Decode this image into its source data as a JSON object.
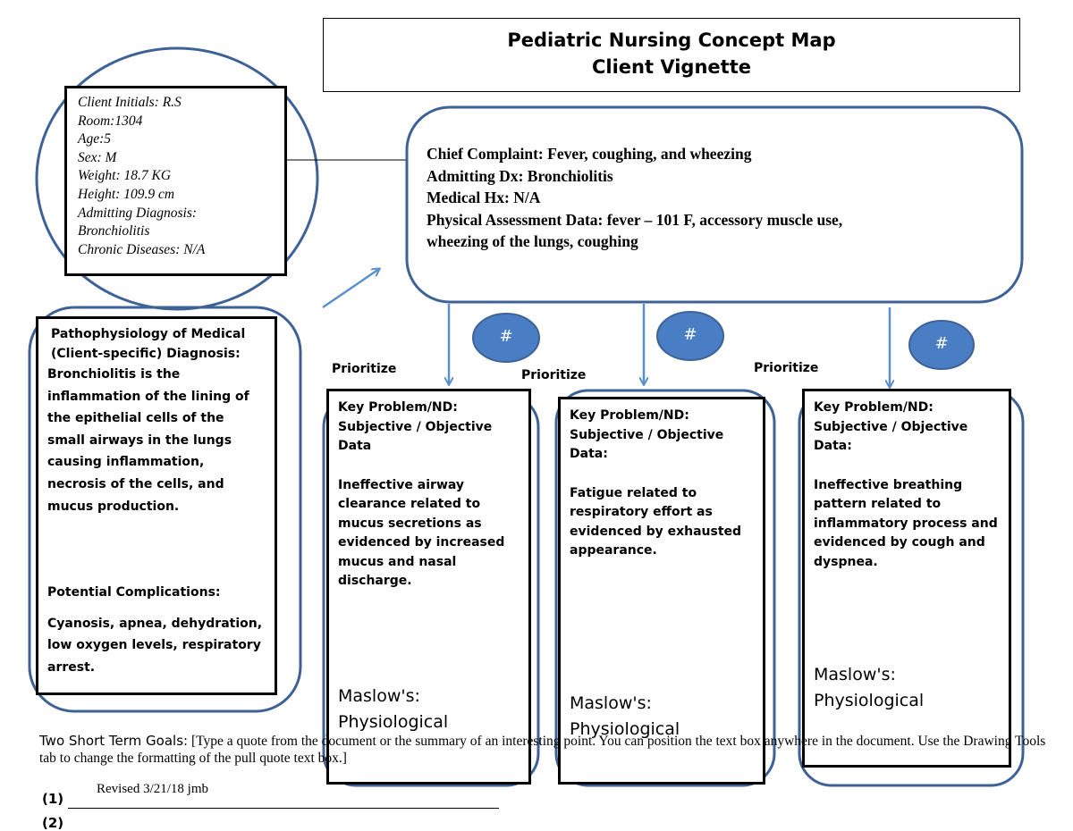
{
  "title": {
    "line1": "Pediatric Nursing Concept Map",
    "line2": "Client Vignette"
  },
  "client_info": {
    "lines": [
      "Client Initials: R.S",
      "Room:1304",
      "Age:5",
      "Sex: M",
      "Weight: 18.7 KG",
      "Height: 109.9 cm",
      "Admitting Diagnosis:",
      "Bronchiolitis",
      "Chronic Diseases: N/A"
    ]
  },
  "chief": {
    "lines": [
      "Chief Complaint: Fever, coughing, and wheezing",
      "Admitting Dx: Bronchiolitis",
      "Medical Hx: N/A",
      "Physical Assessment Data: fever – 101 F, accessory muscle use,",
      "wheezing of the lungs, coughing"
    ]
  },
  "patho": {
    "heading": "Pathophysiology of Medical (Client-specific) Diagnosis:",
    "text": "Bronchiolitis is the inflammation of the lining of the epithelial cells of the small airways in the lungs causing inflammation, necrosis of the cells, and mucus production.",
    "complications_heading": "Potential Complications:",
    "complications_text": "Cyanosis, apnea, dehydration, low oxygen levels, respiratory arrest."
  },
  "prioritize_label": "Prioritize",
  "badge_symbol": "#",
  "key_problems": [
    {
      "heading": "Key Problem/ND:\nSubjective / Objective\nData",
      "text": "Ineffective airway clearance related to mucus secretions as evidenced by increased mucus and nasal discharge.",
      "maslow": "Maslow's:\nPhysiological"
    },
    {
      "heading": "Key Problem/ND:\nSubjective / Objective\nData:",
      "text": "Fatigue related to respiratory effort as evidenced by exhausted appearance.",
      "maslow": "Maslow's:\nPhysiological"
    },
    {
      "heading": "Key Problem/ND:\nSubjective / Objective Data:",
      "text": "Ineffective breathing pattern related to inflammatory process and evidenced by cough and dyspnea.",
      "maslow": "Maslow's:\nPhysiological"
    }
  ],
  "goals": {
    "label": "Two  Short Term Goals:",
    "placeholder": " [Type a quote from the document or the summary of an interesting point. You can position the text box anywhere in the document. Use the Drawing Tools tab to change the formatting of the pull quote text box.]",
    "line1": "(1)",
    "line2": "(2)"
  },
  "revised": "Revised 3/21/18 jmb",
  "colors": {
    "shape_outline": "#3f6296",
    "badge_fill": "#4a7ec4",
    "arrow": "#5b8fcc"
  }
}
